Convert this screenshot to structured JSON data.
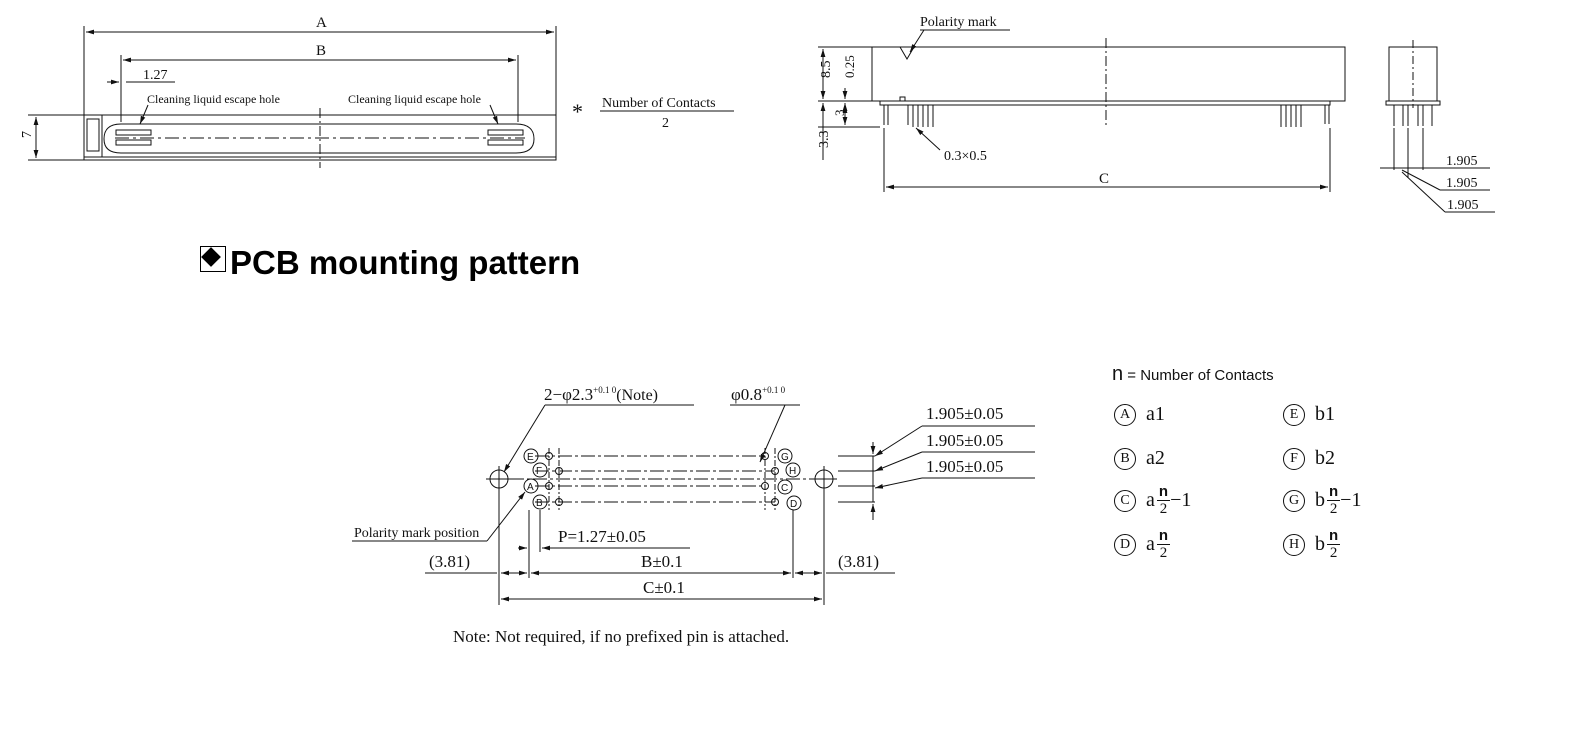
{
  "top_left": {
    "dim_a": "A",
    "dim_b": "B",
    "dim_pitch": "1.27",
    "dim_height": "7",
    "hole_left": "Cleaning liquid escape hole",
    "hole_right": "Cleaning liquid escape hole",
    "asterisk": "*",
    "eq_numerator": "Number of Contacts",
    "eq_denominator": "2"
  },
  "top_right": {
    "polarity_mark": "Polarity mark",
    "dim_85": "8.5",
    "dim_025": "0.25",
    "dim_3": "3",
    "dim_33": "3.3",
    "pin_size": "0.3×0.5",
    "dim_c": "C",
    "pitch_1": "1.905",
    "pitch_2": "1.905",
    "pitch_3": "1.905"
  },
  "section": {
    "title": "PCB mounting pattern"
  },
  "pattern": {
    "hole_note": "2−φ2.3",
    "hole_note_tol": "+0.1 0",
    "hole_note_suffix": "(Note)",
    "pin_hole": "φ0.8",
    "pin_hole_tol": "+0.1 0",
    "tol_1": "1.905±0.05",
    "tol_2": "1.905±0.05",
    "tol_3": "1.905±0.05",
    "polarity_position": "Polarity mark position",
    "pitch_p": "P=1.27±0.05",
    "edge_left": "(3.81)",
    "edge_right": "(3.81)",
    "dim_b": "B±0.1",
    "dim_c": "C±0.1",
    "labels": [
      "E",
      "F",
      "A",
      "B",
      "G",
      "H",
      "C",
      "D"
    ],
    "footnote": "Note: Not required, if no prefixed pin is attached."
  },
  "legend": {
    "n_label": "n",
    "n_def": "= Number of Contacts",
    "rows": [
      {
        "key": "A",
        "text": "a1"
      },
      {
        "key": "B",
        "text": "a2"
      },
      {
        "key": "C",
        "text": "a",
        "num": "n",
        "den": "2",
        "suffix": "−1"
      },
      {
        "key": "D",
        "text": "a",
        "num": "n",
        "den": "2",
        "suffix": ""
      },
      {
        "key": "E",
        "text": "b1"
      },
      {
        "key": "F",
        "text": "b2"
      },
      {
        "key": "G",
        "text": "b",
        "num": "n",
        "den": "2",
        "suffix": "−1"
      },
      {
        "key": "H",
        "text": "b",
        "num": "n",
        "den": "2",
        "suffix": ""
      }
    ]
  }
}
